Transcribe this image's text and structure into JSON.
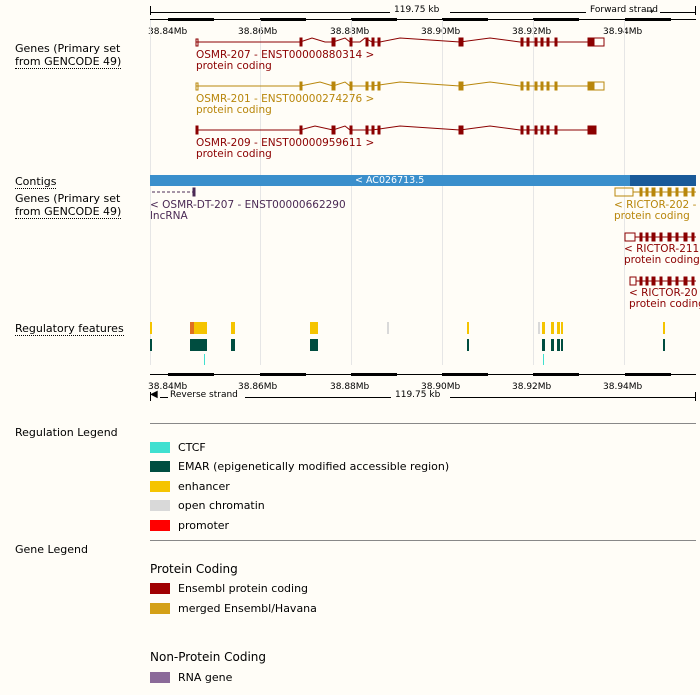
{
  "scale": {
    "forward_length": "119.75 kb",
    "forward_strand": "Forward strand",
    "reverse_length": "119.75 kb",
    "reverse_strand": "Reverse strand",
    "ticks": [
      "38.84Mb",
      "38.86Mb",
      "38.88Mb",
      "38.90Mb",
      "38.92Mb",
      "38.94Mb"
    ]
  },
  "tracks": {
    "genes_forward": {
      "label_line1": "Genes (Primary set",
      "label_line2": "from GENCODE 49)"
    },
    "contigs": {
      "label": "Contigs",
      "contig_name": "< AC026713.5"
    },
    "genes_reverse": {
      "label_line1": "Genes (Primary set",
      "label_line2": "from GENCODE 49)"
    },
    "regulatory": {
      "label": "Regulatory features"
    }
  },
  "forward_genes": [
    {
      "name": "OSMR-207 - ENST00000880314 >",
      "biotype": "protein coding",
      "color": "#8b0000"
    },
    {
      "name": "OSMR-201 - ENST00000274276 >",
      "biotype": "protein coding",
      "color": "#b8860b"
    },
    {
      "name": "OSMR-209 - ENST00000959611 >",
      "biotype": "protein coding",
      "color": "#8b0000"
    }
  ],
  "reverse_genes": [
    {
      "name": "< OSMR-DT-207 - ENST00000662290",
      "biotype": "lncRNA",
      "color": "#4b2a55"
    },
    {
      "name": "< RICTOR-202 -",
      "biotype": "protein coding",
      "color": "#b8860b"
    },
    {
      "name": "< RICTOR-211",
      "biotype": "protein coding",
      "color": "#8b0000"
    },
    {
      "name": "< RICTOR-20",
      "biotype": "protein coding",
      "color": "#8b0000"
    }
  ],
  "regulation_legend": {
    "title": "Regulation Legend",
    "items": [
      {
        "label": "CTCF",
        "color": "#40e0d0"
      },
      {
        "label": "EMAR (epigenetically modified accessible region)",
        "color": "#004d40"
      },
      {
        "label": "enhancer",
        "color": "#f5c400"
      },
      {
        "label": "open chromatin",
        "color": "#d9d9d9"
      },
      {
        "label": "promoter",
        "color": "#ff0000"
      }
    ]
  },
  "gene_legend": {
    "title": "Gene Legend",
    "protein_coding_heading": "Protein Coding",
    "protein_items": [
      {
        "label": "Ensembl protein coding",
        "color": "#a00000"
      },
      {
        "label": "merged Ensembl/Havana",
        "color": "#d4a017"
      }
    ],
    "non_protein_heading": "Non-Protein Coding",
    "non_protein_items": [
      {
        "label": "RNA gene",
        "color": "#8b6a99"
      }
    ]
  }
}
